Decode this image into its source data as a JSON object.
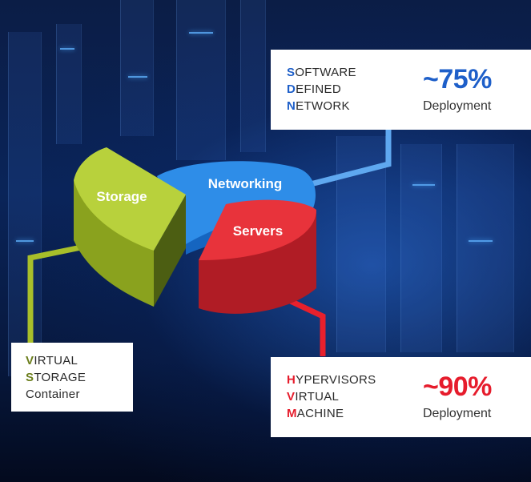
{
  "chart_data": {
    "type": "pie",
    "categories": [
      "Storage",
      "Networking",
      "Servers"
    ],
    "colors": {
      "storage": "#a8c233",
      "networking": "#2e8de8",
      "servers": "#e8333b"
    }
  },
  "callouts": {
    "sdn": {
      "lines": [
        {
          "initial": "S",
          "rest": "OFTWARE"
        },
        {
          "initial": "D",
          "rest": "EFINED"
        },
        {
          "initial": "N",
          "rest": "ETWORK"
        }
      ],
      "percent": "~75%",
      "caption": "Deployment",
      "accent": "#1e5fc9"
    },
    "hvm": {
      "lines": [
        {
          "initial": "H",
          "rest": "YPERVISORS"
        },
        {
          "initial": "V",
          "rest": "IRTUAL"
        },
        {
          "initial": "M",
          "rest": "ACHINE"
        }
      ],
      "percent": "~90%",
      "caption": "Deployment",
      "accent": "#e61c2c"
    },
    "vsc": {
      "lines": [
        {
          "initial": "V",
          "rest": "IRTUAL"
        },
        {
          "initial": "S",
          "rest": "TORAGE"
        },
        {
          "initial": "",
          "rest": "Container"
        }
      ],
      "accent": "#8aa521"
    }
  }
}
